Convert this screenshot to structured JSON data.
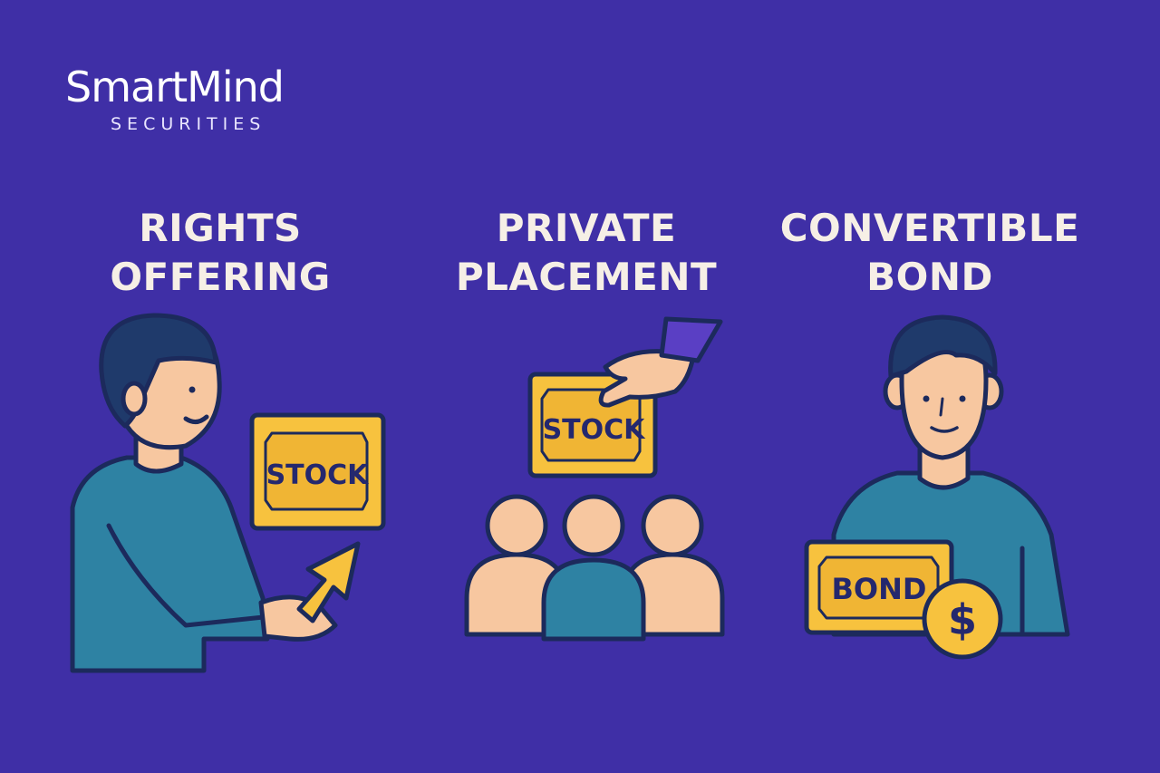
{
  "brand": {
    "name": "SmartMind",
    "tagline": "SECURITIES"
  },
  "panels": [
    {
      "title_line1": "RIGHTS",
      "title_line2": "OFFERING",
      "card_label": "STOCK"
    },
    {
      "title_line1": "PRIVATE",
      "title_line2": "PLACEMENT",
      "card_label": "STOCK"
    },
    {
      "title_line1": "CONVERTIBLE",
      "title_line2": "BOND",
      "card_label": "BOND",
      "coin_symbol": "$"
    }
  ],
  "colors": {
    "background": "#3f2fa6",
    "outline": "#1c2a5c",
    "skin": "#f7c7a0",
    "hair": "#1f3a6b",
    "shirt": "#2e82a3",
    "gold": "#f7c23e",
    "gold_dark": "#e0a52a",
    "heading": "#f6efe6"
  }
}
